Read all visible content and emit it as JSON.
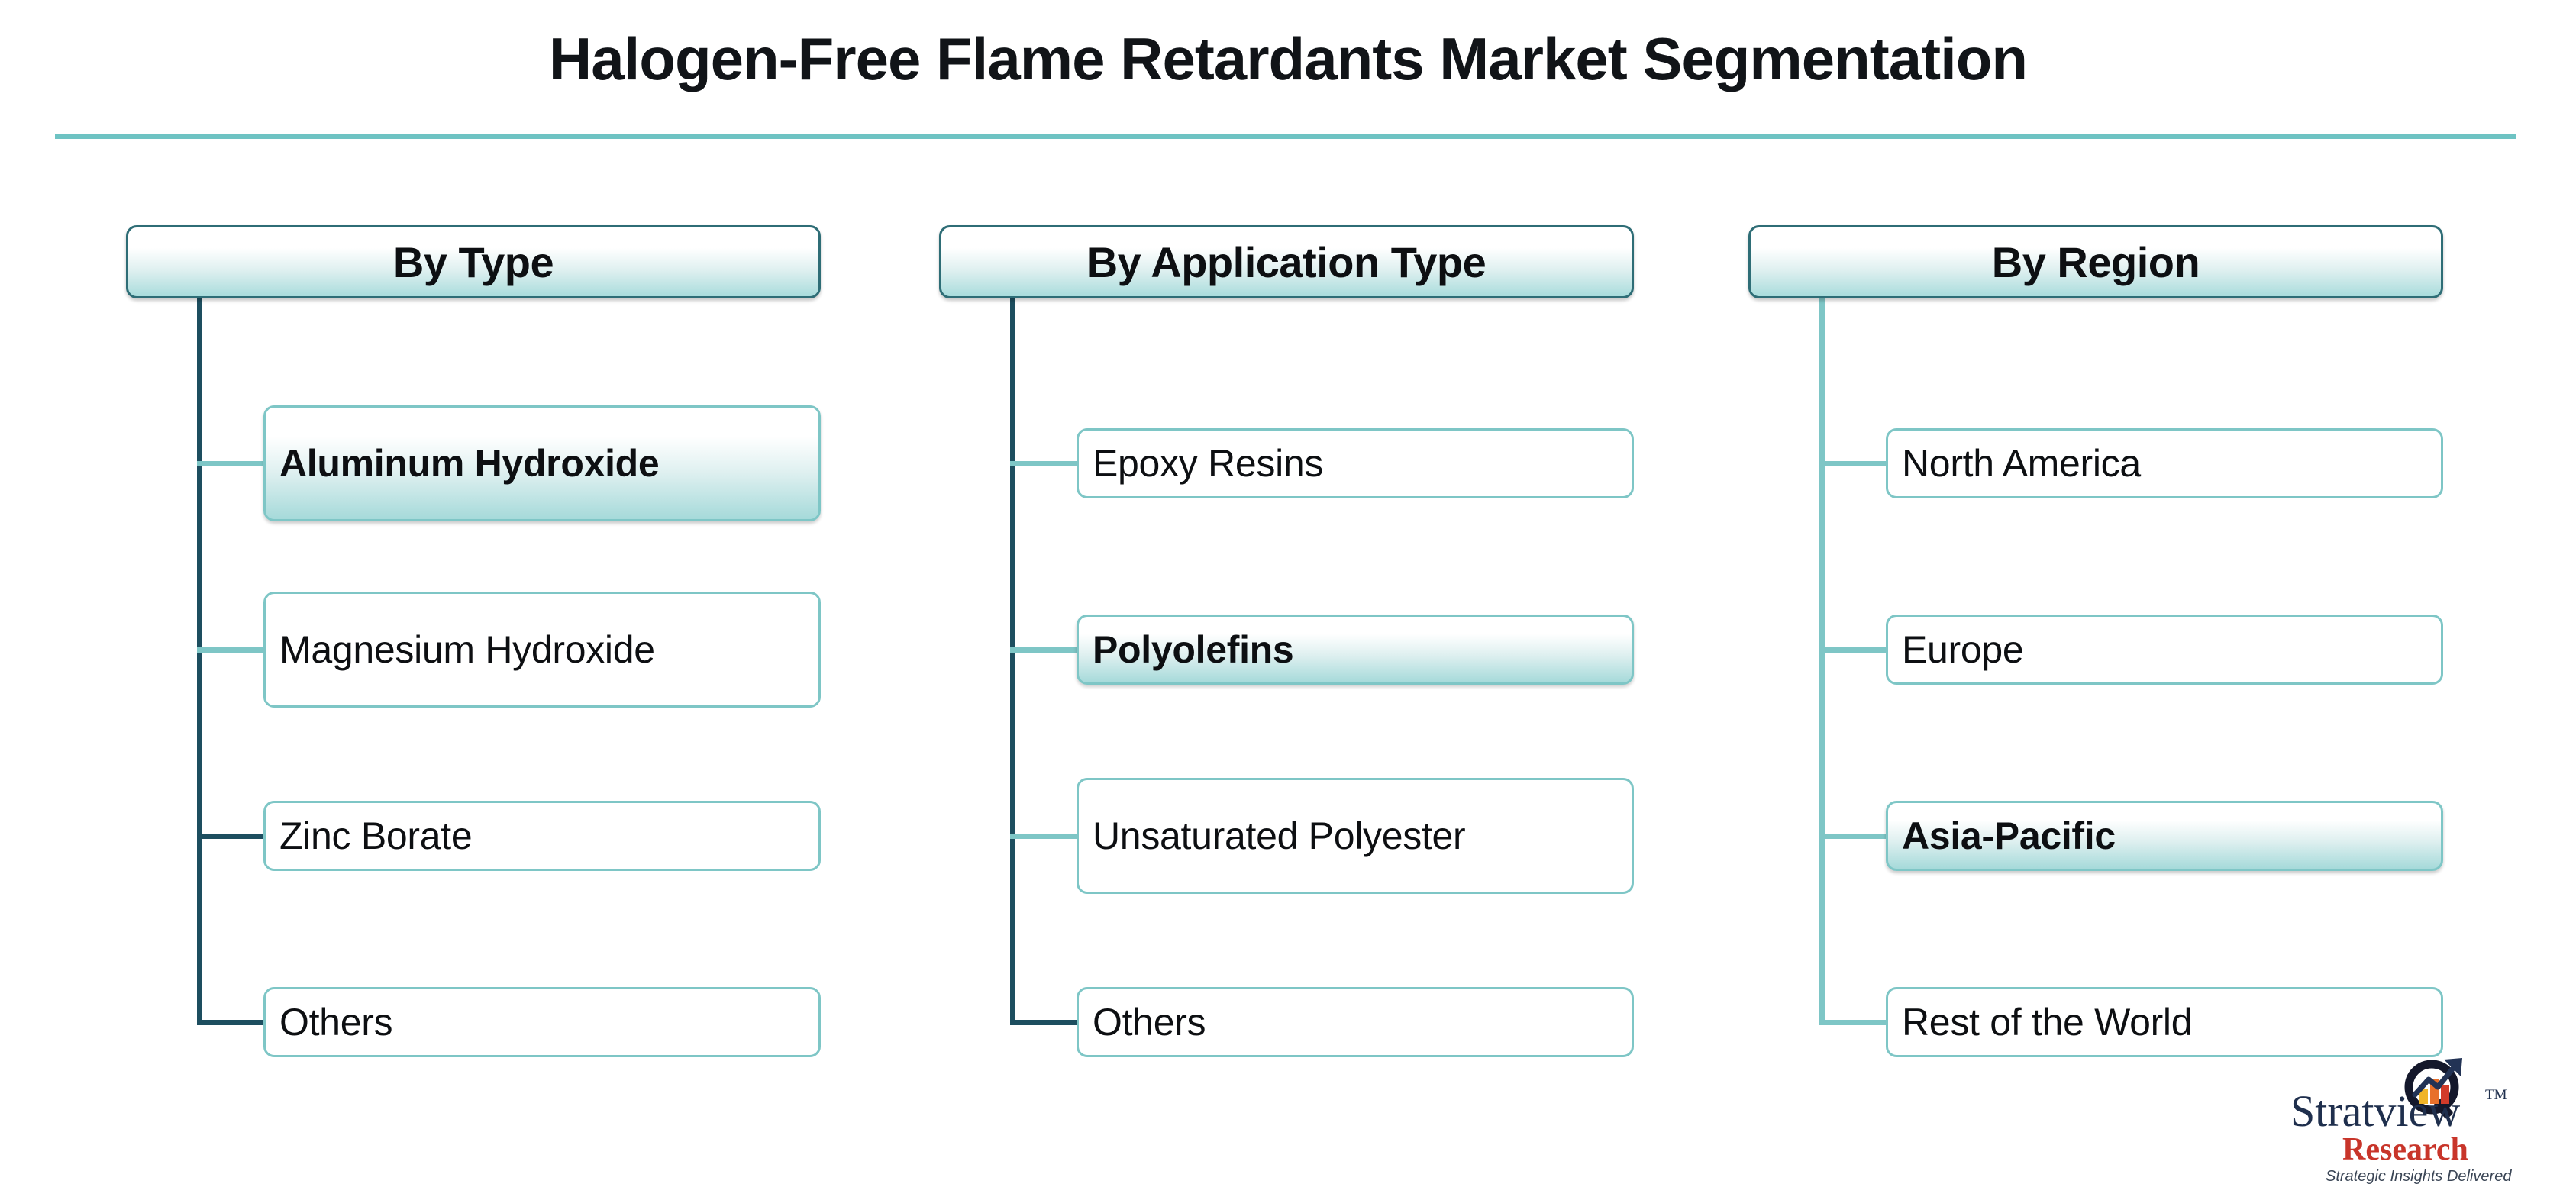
{
  "header": {
    "title": "Halogen-Free Flame Retardants Market Segmentation",
    "rule_color": "#6ec3c3"
  },
  "theme": {
    "accent_teal": "#7ec6c6",
    "accent_dark_teal": "#1d4e5f",
    "header_border": "#2e6d76",
    "text": "#0d0f12",
    "background": "#ffffff"
  },
  "columns": [
    {
      "header": "By Type",
      "trunk_color": "dark",
      "items": [
        {
          "label": "Aluminum Hydroxide",
          "highlighted": true,
          "lines": 2,
          "stub": "light"
        },
        {
          "label": "Magnesium Hydroxide",
          "highlighted": false,
          "lines": 2,
          "stub": "light"
        },
        {
          "label": "Zinc Borate",
          "highlighted": false,
          "lines": 1,
          "stub": "dark"
        },
        {
          "label": "Others",
          "highlighted": false,
          "lines": 1,
          "stub": "dark"
        }
      ]
    },
    {
      "header": "By Application Type",
      "trunk_color": "dark",
      "items": [
        {
          "label": "Epoxy Resins",
          "highlighted": false,
          "lines": 1,
          "stub": "light"
        },
        {
          "label": "Polyolefins",
          "highlighted": true,
          "lines": 1,
          "stub": "light"
        },
        {
          "label": "Unsaturated Polyester",
          "highlighted": false,
          "lines": 2,
          "stub": "light"
        },
        {
          "label": "Others",
          "highlighted": false,
          "lines": 1,
          "stub": "dark"
        }
      ]
    },
    {
      "header": "By Region",
      "trunk_color": "light",
      "items": [
        {
          "label": "North America",
          "highlighted": false,
          "lines": 1,
          "stub": "light"
        },
        {
          "label": "Europe",
          "highlighted": false,
          "lines": 1,
          "stub": "light"
        },
        {
          "label": "Asia-Pacific",
          "highlighted": true,
          "lines": 1,
          "stub": "light"
        },
        {
          "label": "Rest of the World",
          "highlighted": false,
          "lines": 1,
          "stub": "light"
        }
      ]
    }
  ],
  "logo": {
    "name": "Stratview",
    "trademark": "TM",
    "second_line": "Research",
    "tagline": "Strategic Insights Delivered",
    "mark_icon": "magnifier-bar-chart-arrow-icon",
    "name_color": "#1f2f4d",
    "second_line_color": "#c8352a"
  }
}
